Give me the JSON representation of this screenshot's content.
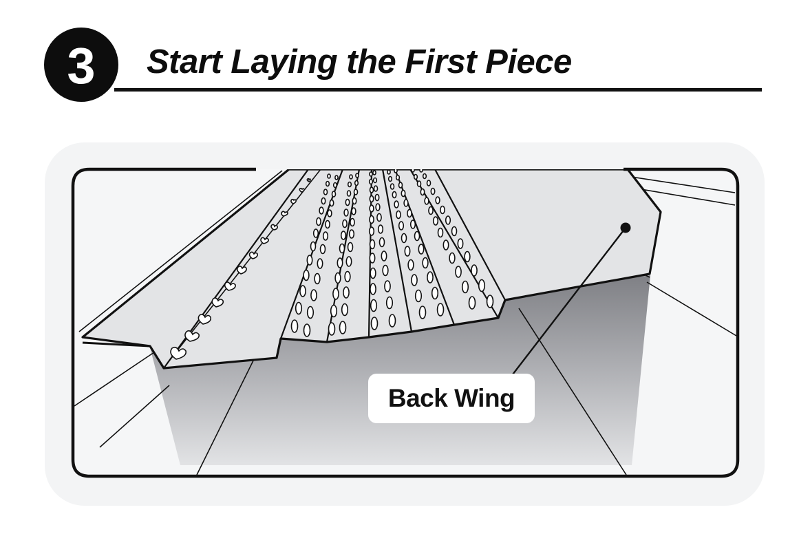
{
  "step": {
    "number": "3",
    "title": "Start Laying the First Piece"
  },
  "callout": {
    "label": "Back Wing"
  },
  "colors": {
    "ink": "#111111",
    "panel_background": "#f3f4f5",
    "metal_light": "#e4e5e7",
    "shadow_dark": "#8d8e92"
  }
}
